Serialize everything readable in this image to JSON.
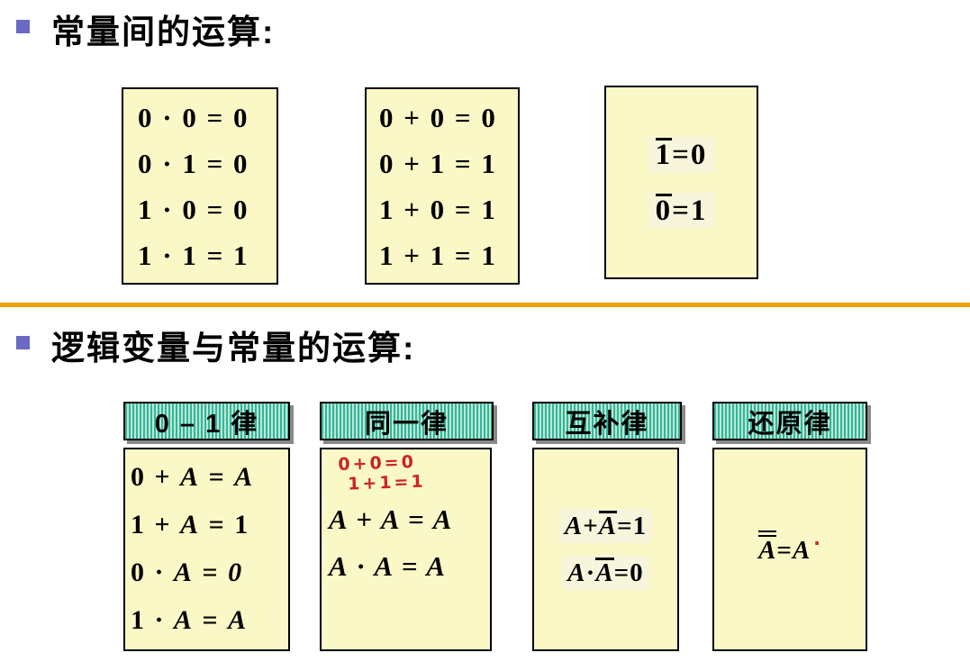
{
  "slide": {
    "background": "#ffffff",
    "divider_color": "#f0a202",
    "bullet_color": "#6a6ac2",
    "box_fill": "#faf8c6",
    "header_fill_dark": "#35b497",
    "header_fill_light": "#b9e9da",
    "annotation_color": "#cc2222"
  },
  "section1": {
    "title": "常量间的运算:",
    "and_box": {
      "lines": [
        "0 · 0 = 0",
        "0 · 1 = 0",
        "1 · 0 = 0",
        "1 · 1 = 1"
      ]
    },
    "or_box": {
      "lines": [
        "0 + 0 = 0",
        "0 + 1 = 1",
        "1 + 0 = 1",
        "1 + 1 = 1"
      ]
    },
    "not_box": {
      "lines": [
        "~1~=0",
        "~0~=1"
      ]
    }
  },
  "section2": {
    "title": "逻辑变量与常量的运算:",
    "columns": [
      {
        "header": "0 – 1 律",
        "lines": [
          "0 + *A* = *A*",
          "1 + *A* = 1",
          "0 · *A* = *0*",
          "1 · *A* = *A*"
        ]
      },
      {
        "header": "同一律",
        "annotation": [
          "0+0=0",
          "1+1=1"
        ],
        "lines": [
          "*A* + *A* = *A*",
          "*A* · *A* = *A*"
        ]
      },
      {
        "header": "互补律",
        "lines": [
          "*A*+~*A*~=1",
          "*A*·~*A*~=0"
        ]
      },
      {
        "header": "还原律",
        "lines": [
          "#*A*#=*A*"
        ],
        "mark": "·"
      }
    ]
  }
}
